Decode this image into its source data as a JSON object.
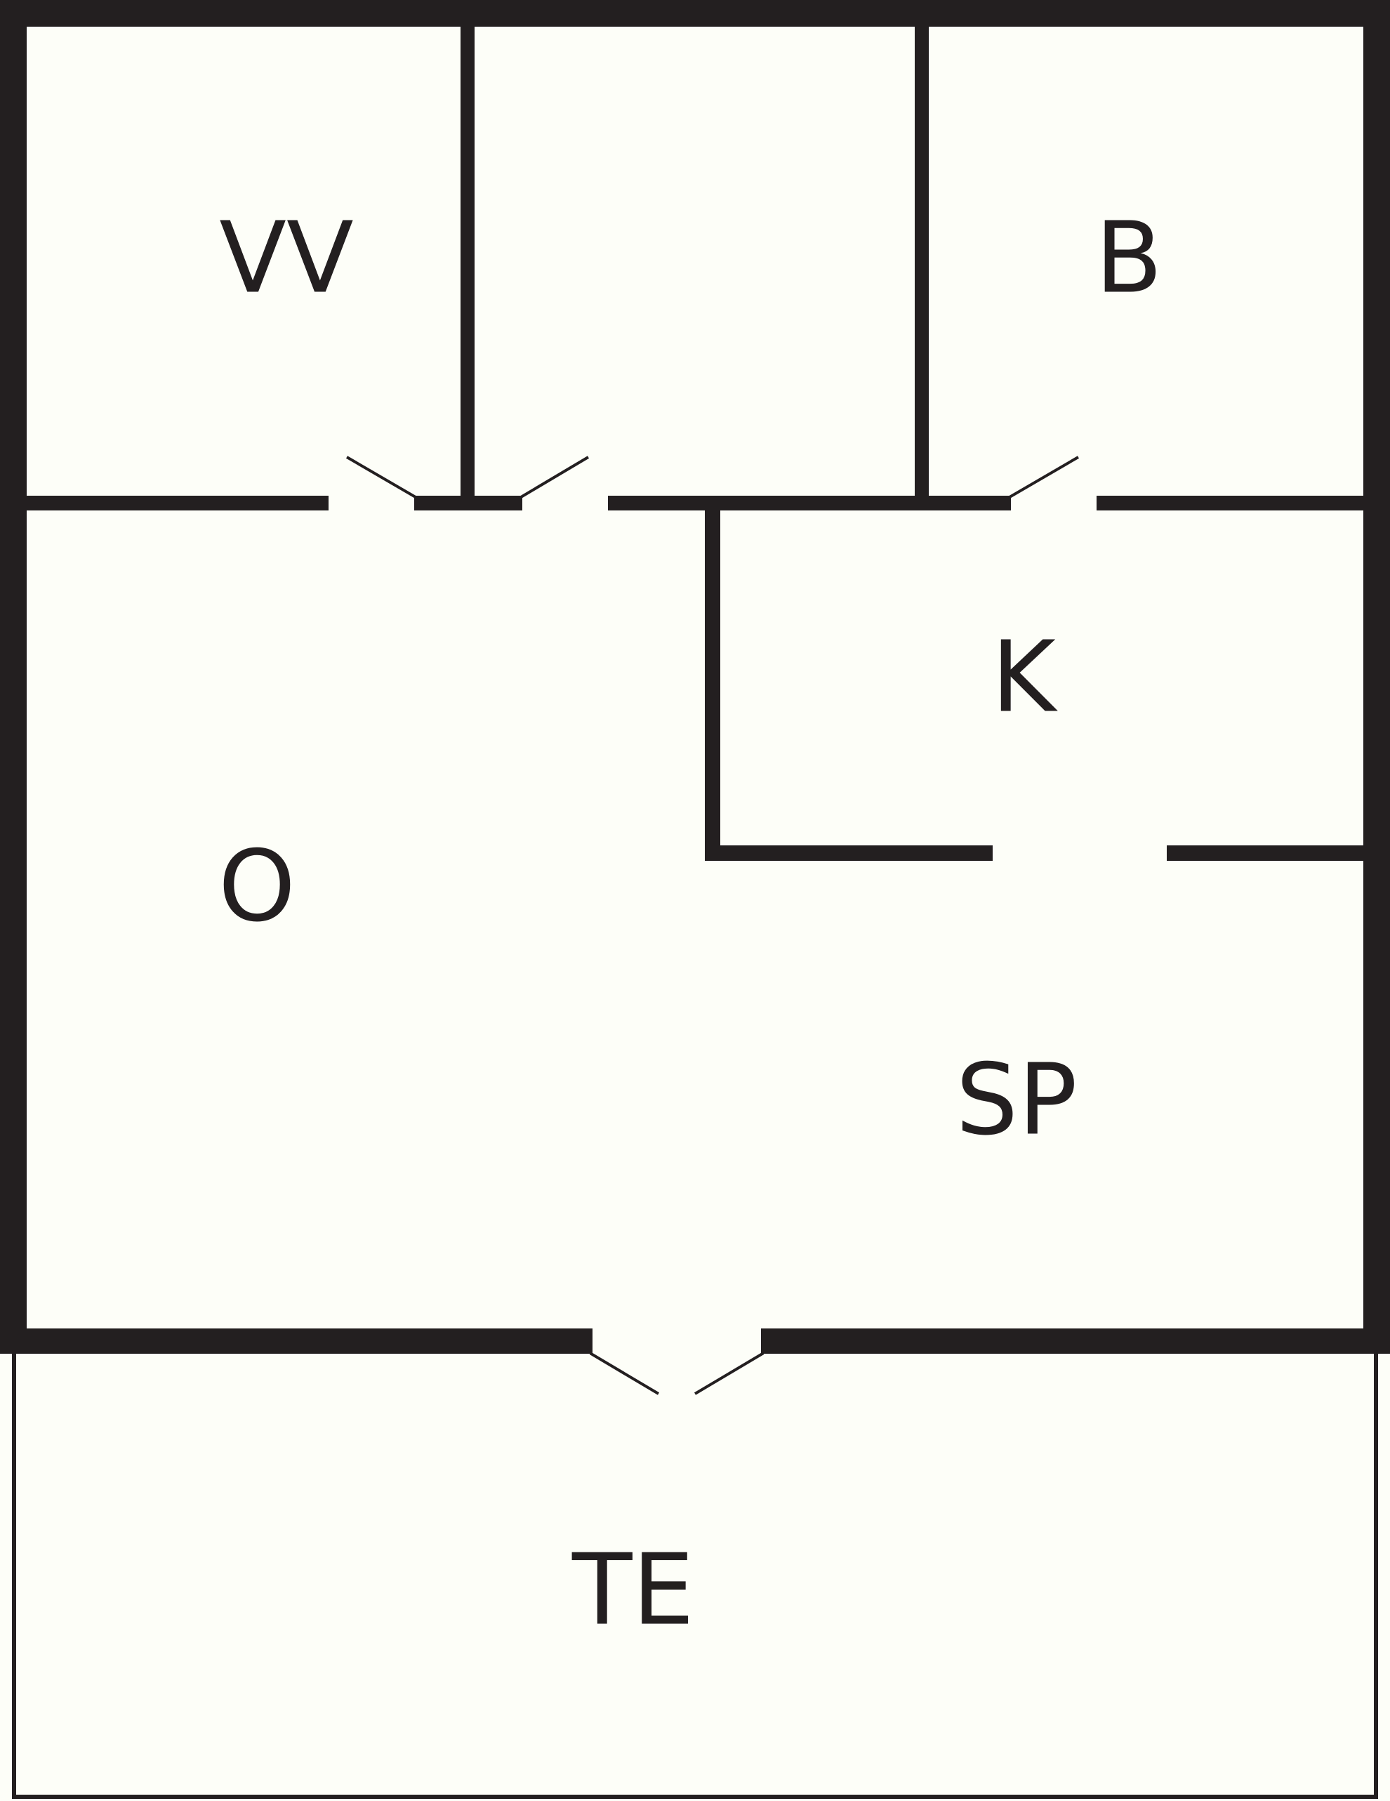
{
  "floorplan": {
    "rooms": {
      "vv": "VV",
      "b": "B",
      "k": "K",
      "o": "O",
      "sp": "SP",
      "te": "TE"
    }
  },
  "colors": {
    "wall": "#231f20",
    "background": "#fdfef8"
  }
}
